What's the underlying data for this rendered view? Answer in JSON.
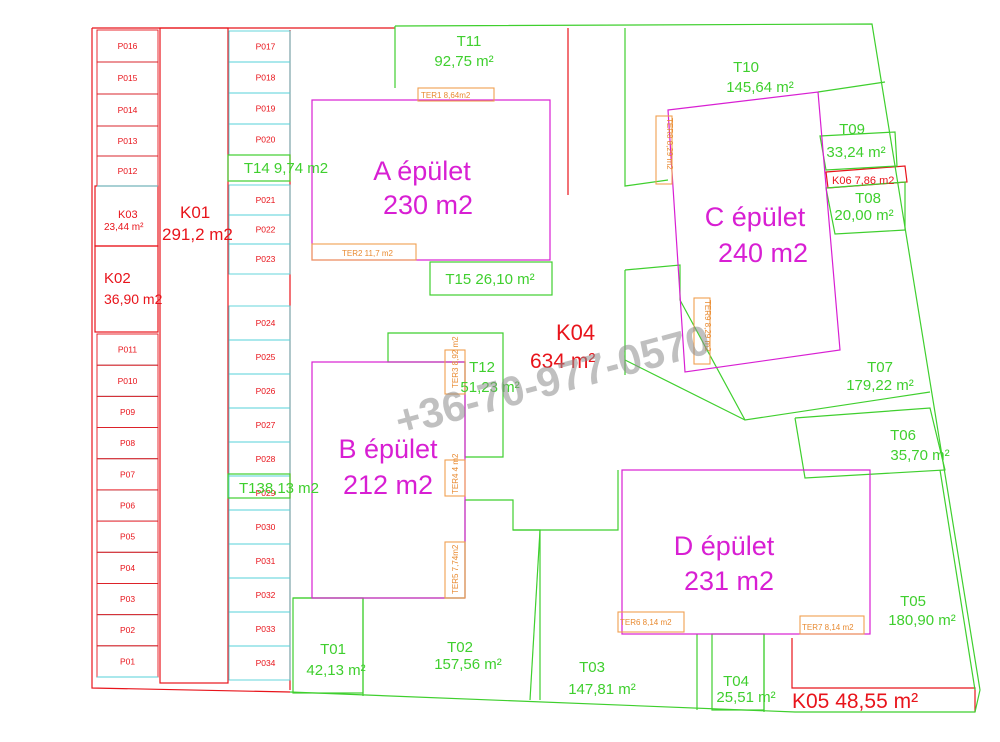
{
  "colors": {
    "red": "#e8141b",
    "green": "#3fcf2e",
    "magenta": "#d81fd3",
    "orange": "#f0a050",
    "cyan": "#55d1d8",
    "watermark": "#8c8c8c"
  },
  "watermark": "+36-70-977-0570",
  "parking_left": [
    "P016",
    "P015",
    "P014",
    "P013",
    "P012",
    "P011",
    "P010",
    "P09",
    "P08",
    "P07",
    "P06",
    "P05",
    "P04",
    "P03",
    "P02",
    "P01"
  ],
  "parking_mid": [
    "P017",
    "P018",
    "P019",
    "P020",
    "P021",
    "P022",
    "P023",
    "P024",
    "P025",
    "P026",
    "P027",
    "P028",
    "P029",
    "P030",
    "P031",
    "P032",
    "P033",
    "P034"
  ],
  "k_labels": {
    "k01_name": "K01",
    "k01_area": "291,2 m2",
    "k02_name": "K02",
    "k02_area": "36,90 m2",
    "k03_name": "K03",
    "k03_area": "23,44 m²",
    "k04_name": "K04",
    "k04_area": "634 m²",
    "k05": "K05  48,55 m²",
    "k06": "K06  7,86 m2"
  },
  "buildings": {
    "a_name": "A épület",
    "a_area": "230 m2",
    "b_name": "B épület",
    "b_area": "212 m2",
    "c_name": "C épület",
    "c_area": "240 m2",
    "d_name": "D épület",
    "d_area": "231 m2"
  },
  "t_labels": {
    "t01_name": "T01",
    "t01_area": "42,13 m²",
    "t02_name": "T02",
    "t02_area": "157,56 m²",
    "t03_name": "T03",
    "t03_area": "147,81 m²",
    "t04_name": "T04",
    "t04_area": "25,51 m²",
    "t05_name": "T05",
    "t05_area": "180,90 m²",
    "t06_name": "T06",
    "t06_area": "35,70 m²",
    "t07_name": "T07",
    "t07_area": "179,22 m²",
    "t08_name": "T08",
    "t08_area": "20,00 m²",
    "t09_name": "T09",
    "t09_area": "33,24 m²",
    "t10_name": "T10",
    "t10_area": "145,64 m²",
    "t11_name": "T11",
    "t11_area": "92,75 m²",
    "t12_name": "T12",
    "t12_area": "51,23 m²",
    "t13": "T138,13 m2",
    "t14": "T14  9,74 m2",
    "t15": "T15  26,10 m²"
  },
  "ter_labels": {
    "ter1": "TER1  8,64m2",
    "ter2": "TER2     11,7 m2",
    "ter3": "TER3  8,92 m2",
    "ter4": "TER4  4 m2",
    "ter5": "TER5  7,74m2",
    "ter6": "TER6  8,14 m2",
    "ter7": "TER7  8,14 m2",
    "ter8": "TER8  8,29 m2",
    "ter9": "TER9  8,29 m2"
  }
}
